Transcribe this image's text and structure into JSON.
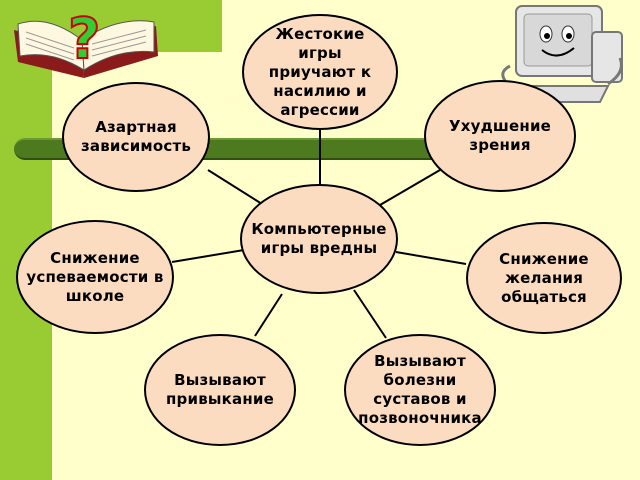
{
  "center": "Компьютерные игры вредны",
  "nodes": {
    "top": "Жестокие игры приучают к насилию и агрессии",
    "top_left": "Азартная зависимость",
    "top_right": "Ухудшение зрения",
    "mid_left": "Снижение успеваемости в школе",
    "mid_right": "Снижение желания общаться",
    "bottom_left": "Вызывают привыкание",
    "bottom_right": "Вызывают болезни суставов и позвоночника"
  },
  "icons": {
    "book": "open-book-question-mark-icon",
    "computer": "smiling-computer-icon"
  },
  "colors": {
    "background": "#ffffcc",
    "strip": "#99cc33",
    "bar": "#4d7a1f",
    "ellipse_fill": "#fbdcc0"
  }
}
